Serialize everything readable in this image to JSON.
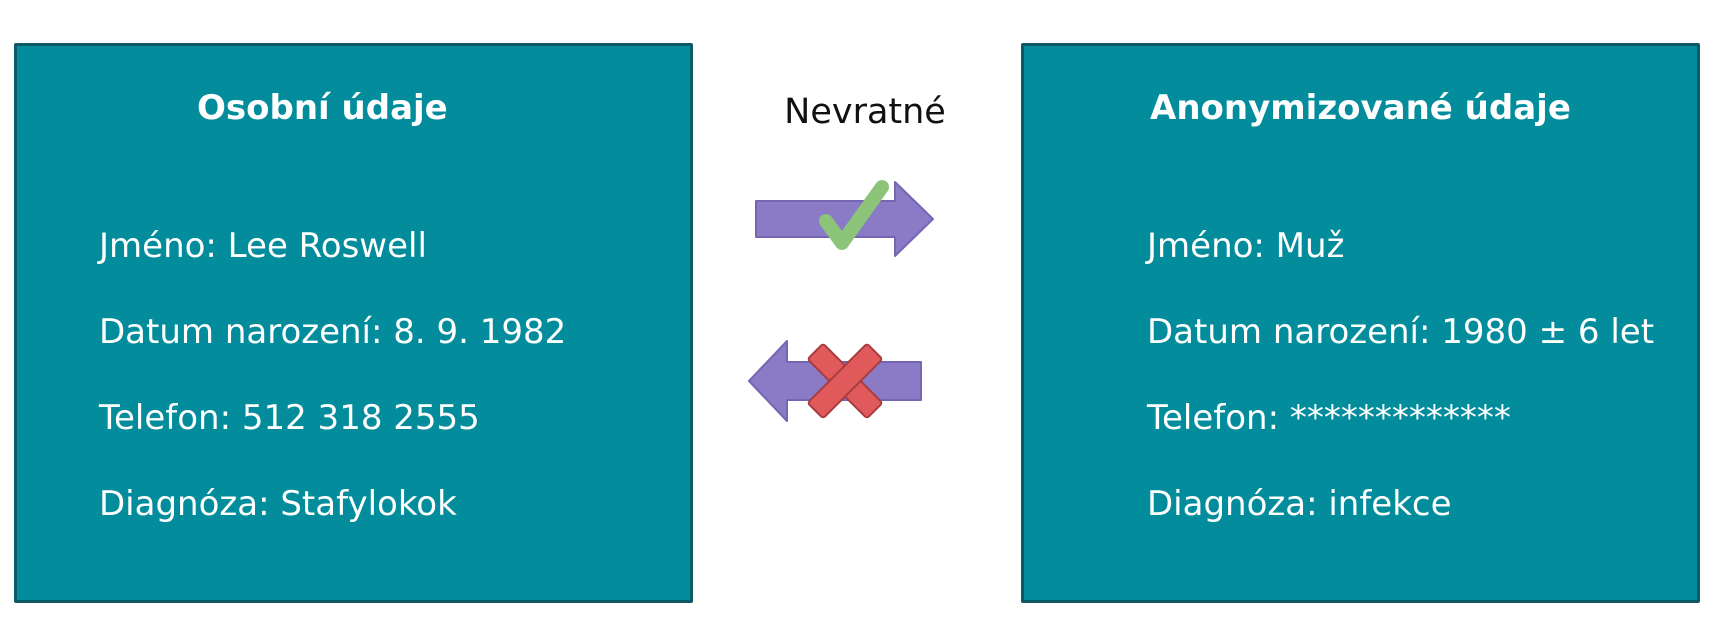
{
  "direction_label": "Nevratné",
  "left_panel": {
    "title": "Osobní údaje",
    "fields": [
      "Jméno: Lee Roswell",
      "Datum narození: 8. 9. 1982",
      "Telefon: 512 318 2555",
      "Diagnóza: Stafylokok"
    ]
  },
  "right_panel": {
    "title": "Anonymizované údaje",
    "fields": [
      "Jméno: Muž",
      "Datum narození: 1980 ± 6 let",
      "Telefon: *************",
      "Diagnóza: infekce"
    ]
  },
  "arrows": {
    "forward": {
      "icon": "arrow-right-icon",
      "mark": "checkmark-icon"
    },
    "backward": {
      "icon": "arrow-left-icon",
      "mark": "cross-icon"
    }
  },
  "colors": {
    "panel_fill": "#028c9c",
    "panel_border": "#0d5a66",
    "arrow": "#8b7bc7",
    "check": "#8cc47a",
    "cross": "#e05a5c"
  }
}
